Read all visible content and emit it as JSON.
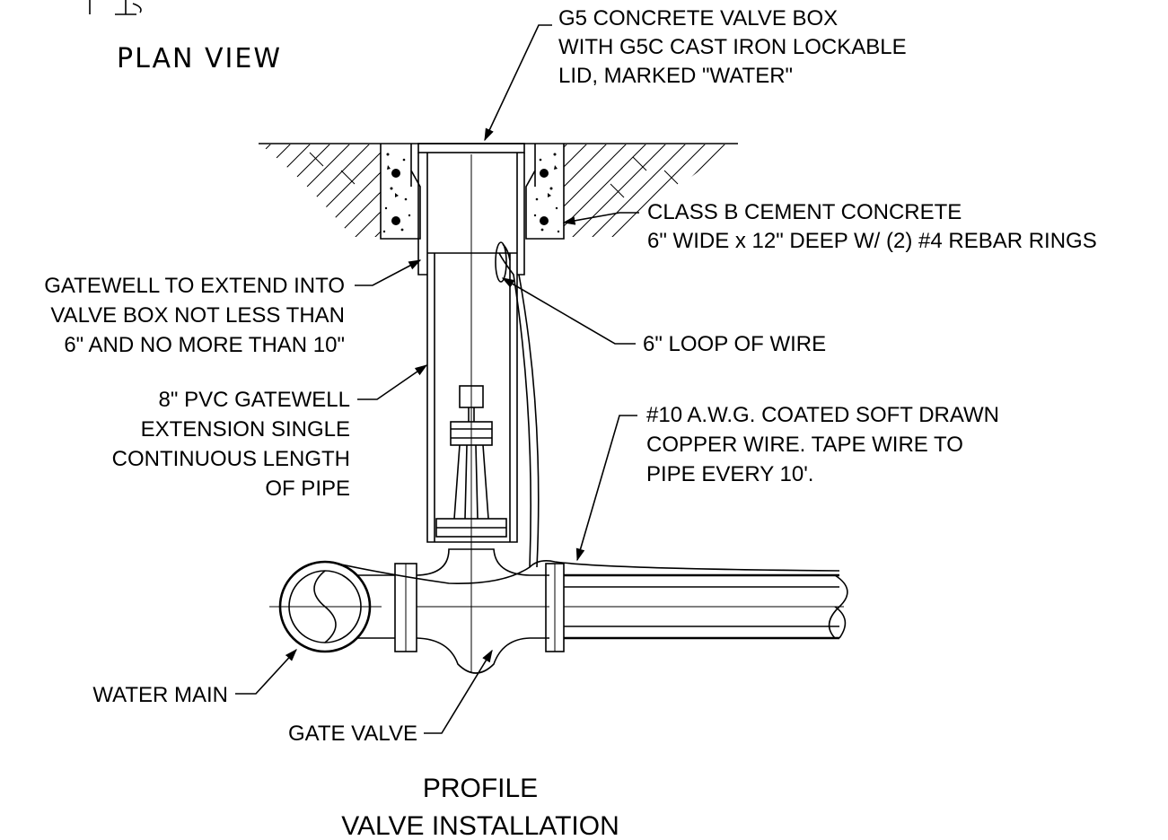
{
  "plan_view": {
    "title": "PLAN VIEW"
  },
  "profile": {
    "title_line1": "PROFILE",
    "title_line2": "VALVE INSTALLATION"
  },
  "callouts": {
    "valve_box": [
      "G5 CONCRETE VALVE BOX",
      "WITH G5C CAST IRON LOCKABLE",
      "LID, MARKED \"WATER\""
    ],
    "concrete": [
      "CLASS B CEMENT CONCRETE",
      "6\" WIDE x 12\" DEEP W/ (2) #4 REBAR RINGS"
    ],
    "gatewell_extend": [
      "GATEWELL TO EXTEND INTO",
      "VALVE BOX NOT LESS THAN",
      "6\" AND NO MORE THAN 10\""
    ],
    "wire_loop": [
      "6\" LOOP OF WIRE"
    ],
    "pvc_gatewell": [
      "8\" PVC GATEWELL",
      "EXTENSION SINGLE",
      "CONTINUOUS LENGTH",
      "OF PIPE"
    ],
    "copper_wire": [
      "#10 A.W.G. COATED SOFT DRAWN",
      "COPPER WIRE.  TAPE WIRE TO",
      "PIPE EVERY 10'."
    ],
    "water_main": [
      "WATER MAIN"
    ],
    "gate_valve": [
      "GATE VALVE"
    ]
  }
}
